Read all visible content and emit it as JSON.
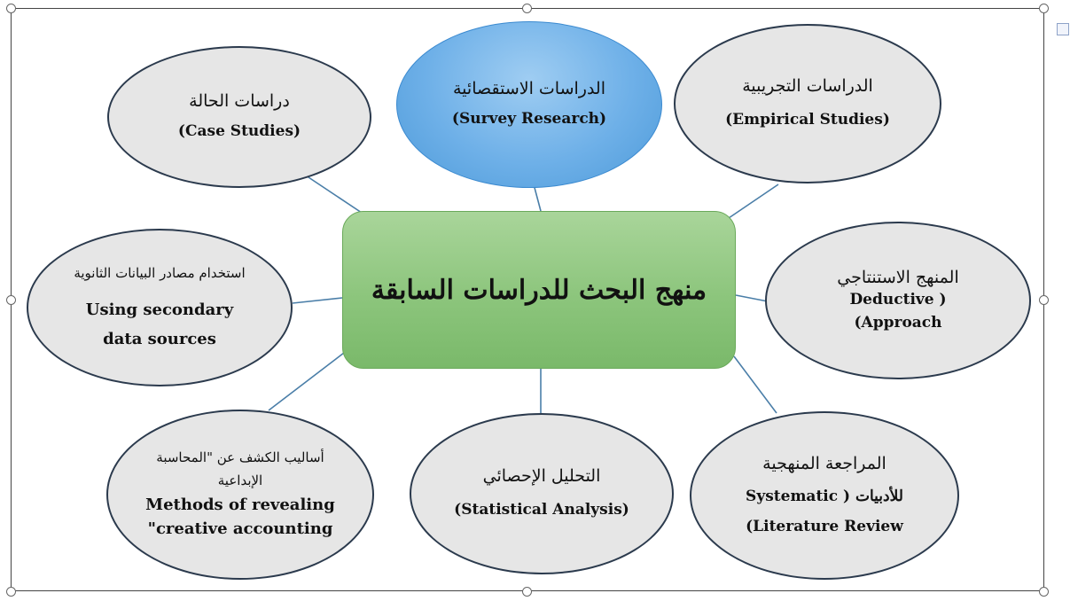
{
  "center": {
    "title": "منهج البحث للدراسات السابقة"
  },
  "nodes": {
    "case_studies": {
      "ar": "دراسات الحالة",
      "en": "(Case Studies)"
    },
    "survey": {
      "ar": "الدراسات الاستقصائية",
      "en": "(Survey Research)"
    },
    "empirical": {
      "ar": "الدراسات التجريبية",
      "en": "(Empirical Studies)"
    },
    "secondary": {
      "ar": "استخدام مصادر البيانات الثانوية",
      "en1": "Using secondary",
      "en2": "data sources"
    },
    "deductive": {
      "ar": "المنهج الاستنتاجي",
      "en1": "Deductive )",
      "en2": "(Approach"
    },
    "creative": {
      "ar1": "أساليب الكشف عن \"المحاسبة",
      "ar2": "الإبداعية",
      "en1": "Methods of revealing",
      "en2": "\"creative accounting"
    },
    "statistical": {
      "ar": "التحليل الإحصائي",
      "en": "(Statistical Analysis)"
    },
    "systematic": {
      "ar1": "المراجعة المنهجية",
      "ar2": "للأدبيات ( Systematic",
      "en": "(Literature Review"
    }
  },
  "colors": {
    "center_fill": "#8cc57c",
    "highlight_fill": "#6eb0e8",
    "node_fill": "#e6e6e6",
    "node_border": "#2b3a4d",
    "connector": "#4a7ea8"
  }
}
